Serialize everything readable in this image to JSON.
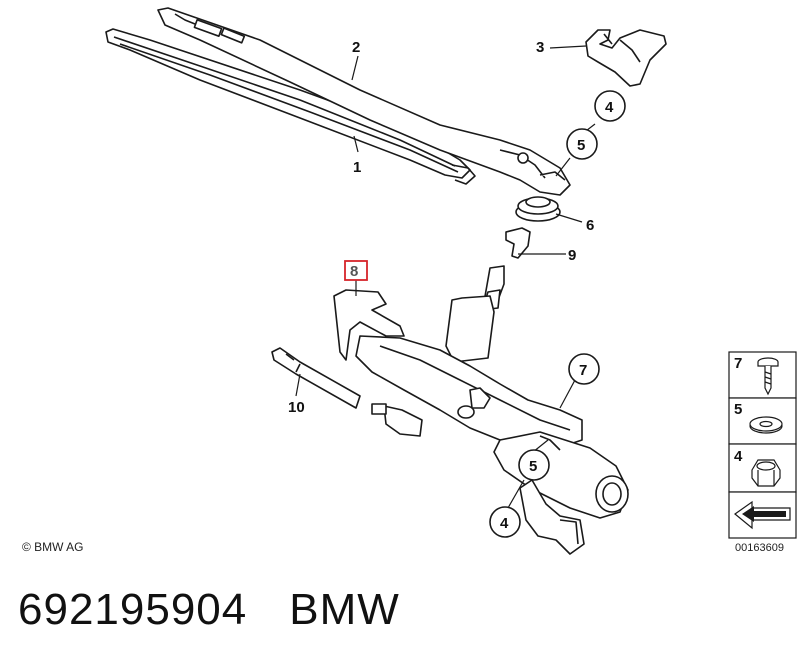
{
  "callouts": {
    "c1": "1",
    "c2": "2",
    "c3": "3",
    "c4_top": "4",
    "c5_top": "5",
    "c6": "6",
    "c7_main": "7",
    "c8": "8",
    "c9": "9",
    "c10": "10",
    "c5_bottom": "5",
    "c4_bottom": "4"
  },
  "legend": {
    "item7": "7",
    "item5": "5",
    "item4": "4"
  },
  "copyright": "© BMW AG",
  "document_number": "00163609",
  "footer": {
    "part_number": "692195904",
    "brand": "BMW"
  },
  "colors": {
    "line": "#1a1a1a",
    "highlight_box": "#d6242a",
    "highlight_text": "#555555"
  }
}
